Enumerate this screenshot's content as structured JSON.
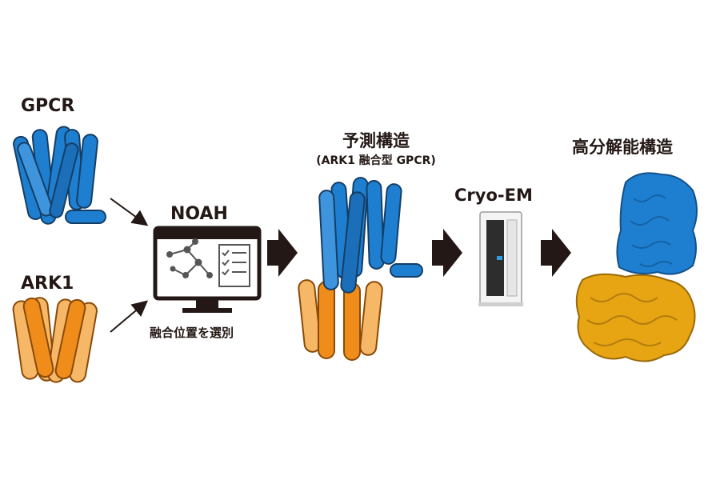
{
  "labels": {
    "gpcr": "GPCR",
    "ark1": "ARK1",
    "noah": "NOAH",
    "select_fusion": "融合位置を選別",
    "predicted_title": "予測構造",
    "predicted_sub": "(ARK1 融合型 GPCR)",
    "cryo_em": "Cryo-EM",
    "high_res": "高分解能構造"
  },
  "colors": {
    "gpcr_blue": "#1e7fd0",
    "ark1_orange": "#f08c1a",
    "ark1_light": "#f6b866",
    "dark": "#231815"
  },
  "icons": {
    "monitor": "monitor-network-checklist-icon",
    "microscope": "cryo-em-microscope-icon",
    "arrow": "block-arrow-right-icon"
  }
}
